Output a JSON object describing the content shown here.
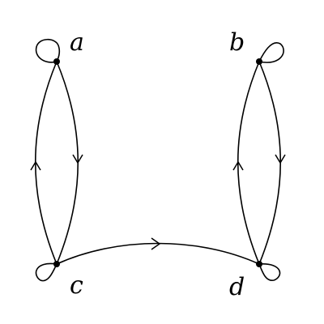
{
  "diagram": {
    "nodes": [
      {
        "id": "a",
        "label": "a"
      },
      {
        "id": "b",
        "label": "b"
      },
      {
        "id": "c",
        "label": "c"
      },
      {
        "id": "d",
        "label": "d"
      }
    ],
    "edges": [
      {
        "from": "a",
        "to": "a",
        "kind": "loop"
      },
      {
        "from": "b",
        "to": "b",
        "kind": "loop"
      },
      {
        "from": "c",
        "to": "c",
        "kind": "loop"
      },
      {
        "from": "d",
        "to": "d",
        "kind": "loop"
      },
      {
        "from": "a",
        "to": "c"
      },
      {
        "from": "c",
        "to": "a"
      },
      {
        "from": "b",
        "to": "d"
      },
      {
        "from": "d",
        "to": "b"
      },
      {
        "from": "c",
        "to": "d"
      }
    ]
  }
}
